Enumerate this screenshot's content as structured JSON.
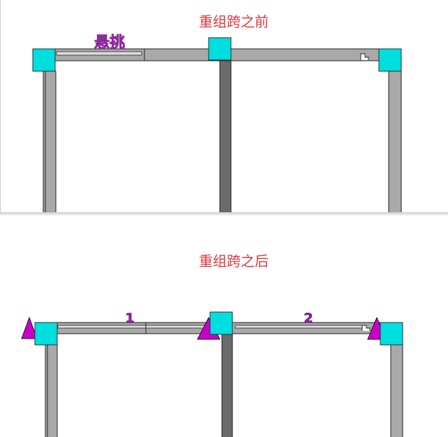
{
  "before": {
    "title": "重组跨之前",
    "cantilever_label": "悬挑"
  },
  "after": {
    "title": "重组跨之后",
    "span_labels": [
      "1",
      "2"
    ]
  },
  "colors": {
    "title": "#e0383e",
    "node": "#00dede",
    "support": "#c800c8",
    "beam": "#a9a9a9",
    "column_dark": "#6b6b6b"
  }
}
